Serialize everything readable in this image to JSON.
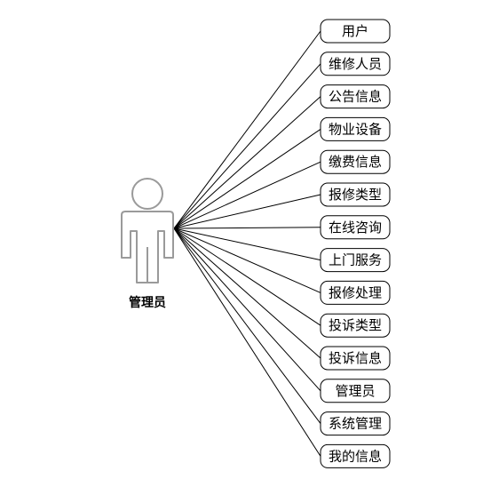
{
  "actor": {
    "label": "管理员"
  },
  "use_cases": [
    {
      "label": "用户"
    },
    {
      "label": "维修人员"
    },
    {
      "label": "公告信息"
    },
    {
      "label": "物业设备"
    },
    {
      "label": "缴费信息"
    },
    {
      "label": "报修类型"
    },
    {
      "label": "在线咨询"
    },
    {
      "label": "上门服务"
    },
    {
      "label": "报修处理"
    },
    {
      "label": "投诉类型"
    },
    {
      "label": "投诉信息"
    },
    {
      "label": "管理员"
    },
    {
      "label": "系统管理"
    },
    {
      "label": "我的信息"
    }
  ],
  "colors": {
    "line": "#000000",
    "actor_stroke": "#9a9a9a",
    "box_stroke": "#000000",
    "box_fill": "#ffffff"
  }
}
